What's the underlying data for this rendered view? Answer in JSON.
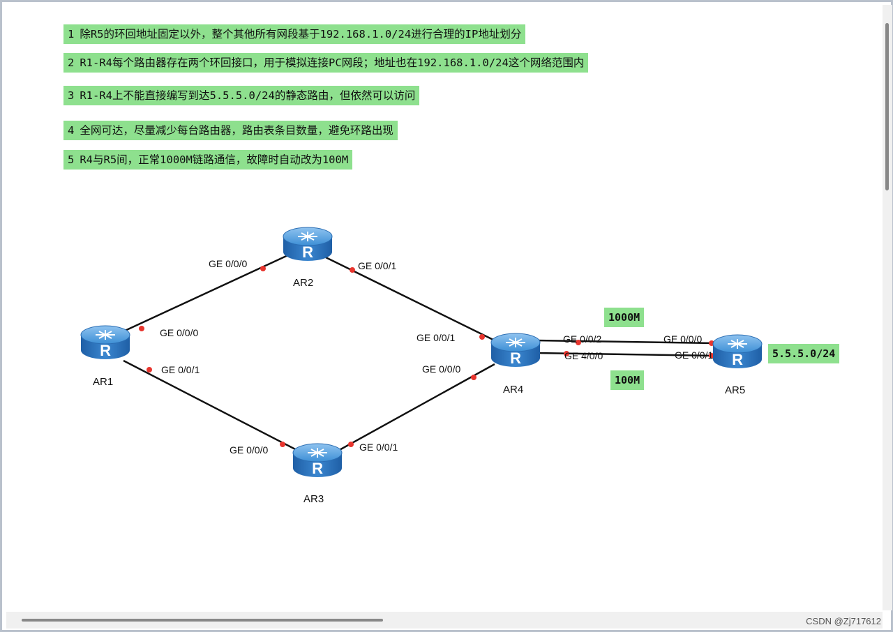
{
  "requirements": [
    {
      "num": "1",
      "text": "除R5的环回地址固定以外，整个其他所有网段基于192.168.1.0/24进行合理的IP地址划分"
    },
    {
      "num": "2",
      "text": "R1-R4每个路由器存在两个环回接口，用于模拟连接PC网段；地址也在192.168.1.0/24这个网络范围内"
    },
    {
      "num": "3",
      "text": "R1-R4上不能直接编写到达5.5.5.0/24的静态路由，但依然可以访问"
    },
    {
      "num": "4",
      "text": "全网可达，尽量减少每台路由器，路由表条目数量，避免环路出现"
    },
    {
      "num": "5",
      "text": "R4与R5间，正常1000M链路通信，故障时自动改为100M"
    }
  ],
  "routers": {
    "ar1": {
      "name": "AR1",
      "icon": "router-icon"
    },
    "ar2": {
      "name": "AR2",
      "icon": "router-icon"
    },
    "ar3": {
      "name": "AR3",
      "icon": "router-icon"
    },
    "ar4": {
      "name": "AR4",
      "icon": "router-icon"
    },
    "ar5": {
      "name": "AR5",
      "icon": "router-icon"
    }
  },
  "ports": {
    "ar1_g000": "GE 0/0/0",
    "ar1_g001": "GE 0/0/1",
    "ar2_g000": "GE 0/0/0",
    "ar2_g001": "GE 0/0/1",
    "ar3_g000": "GE 0/0/0",
    "ar3_g001": "GE 0/0/1",
    "ar4_g001": "GE 0/0/1",
    "ar4_g000": "GE 0/0/0",
    "ar4_g002": "GE 0/0/2",
    "ar4_g400": "GE 4/0/0",
    "ar5_g000": "GE 0/0/0",
    "ar5_g001": "GE 0/0/1"
  },
  "link_labels": {
    "primary": "1000M",
    "backup": "100M",
    "loopback_net": "5.5.5.0/24"
  },
  "colors": {
    "highlight": "#8ee08e",
    "router_blue": "#2f7ec9",
    "port_dot": "#e8352e",
    "link": "#111111"
  },
  "watermark": "CSDN @Zj717612"
}
